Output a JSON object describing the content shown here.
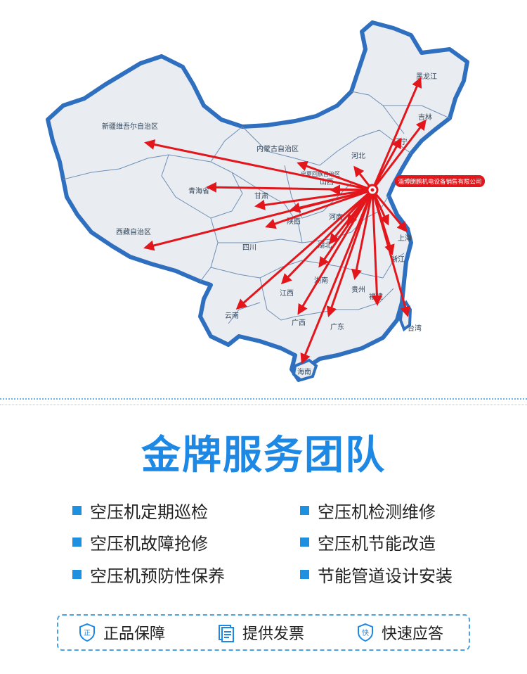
{
  "map": {
    "provinces": [
      {
        "name": "黑龙江"
      },
      {
        "name": "吉林"
      },
      {
        "name": "辽宁"
      },
      {
        "name": "新疆维吾尔自治区"
      },
      {
        "name": "内蒙古自治区"
      },
      {
        "name": "河北"
      },
      {
        "name": "青海省"
      },
      {
        "name": "西藏自治区"
      },
      {
        "name": "山西"
      },
      {
        "name": "宁夏回族自治区"
      },
      {
        "name": "甘肃"
      },
      {
        "name": "陕西"
      },
      {
        "name": "河南"
      },
      {
        "name": "四川"
      },
      {
        "name": "湖北"
      },
      {
        "name": "上海"
      },
      {
        "name": "浙江"
      },
      {
        "name": "湖南"
      },
      {
        "name": "江西"
      },
      {
        "name": "福建"
      },
      {
        "name": "贵州"
      },
      {
        "name": "云南"
      },
      {
        "name": "广西"
      },
      {
        "name": "广东"
      },
      {
        "name": "台湾"
      },
      {
        "name": "海南"
      }
    ],
    "company_label": "淄博朗鹏机电设备销售有限公司",
    "colors": {
      "arrow": "#e3161c",
      "border": "#2f6fbf",
      "fill": "#e9ecf1"
    }
  },
  "title": "金牌服务团队",
  "services": [
    "空压机定期巡检",
    "空压机检测维修",
    "空压机故障抢修",
    "空压机节能改造",
    "空压机预防性保养",
    "节能管道设计安装"
  ],
  "badges": [
    {
      "icon": "shield-zheng-icon",
      "icon_char": "正",
      "label": "正品保障"
    },
    {
      "icon": "invoice-icon",
      "label": "提供发票"
    },
    {
      "icon": "shield-kuai-icon",
      "icon_char": "快",
      "label": "快速应答"
    }
  ],
  "accent_color": "#1e88e5"
}
